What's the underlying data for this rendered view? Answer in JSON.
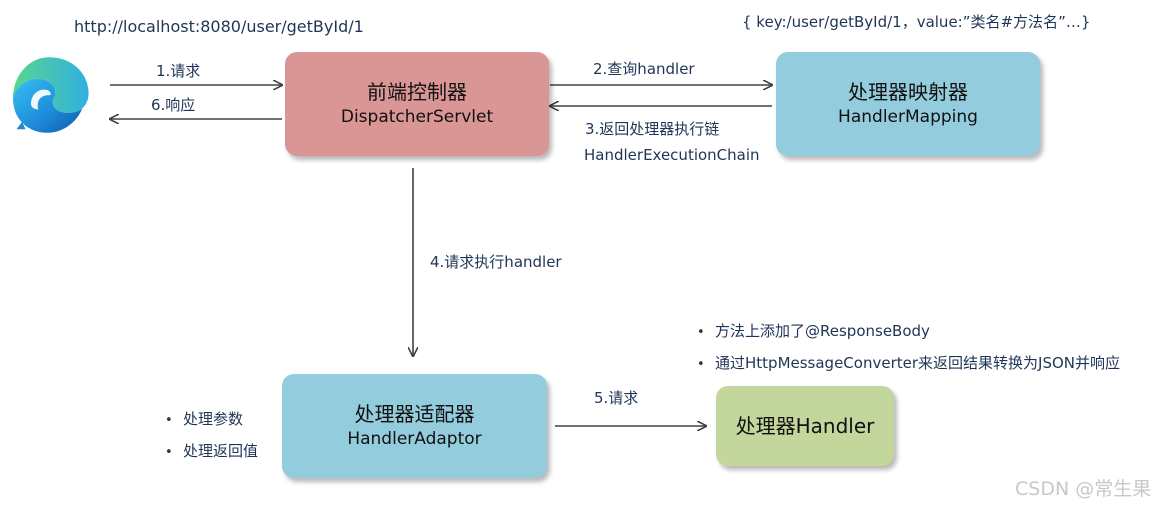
{
  "url": "http://localhost:8080/user/getById/1",
  "map_note": "{ key:/user/getById/1，value:”类名#方法名”…}",
  "nodes": {
    "dispatcher": {
      "title": "前端控制器",
      "subtitle": "DispatcherServlet"
    },
    "mapping": {
      "title": "处理器映射器",
      "subtitle": "HandlerMapping"
    },
    "adaptor": {
      "title": "处理器适配器",
      "subtitle": "HandlerAdaptor"
    },
    "handler": {
      "title": "处理器Handler"
    }
  },
  "edges": {
    "e1": "1.请求",
    "e2": "2.查询handler",
    "e3_line1": "3.返回处理器执行链",
    "e3_line2": "HandlerExecutionChain",
    "e4": "4.请求执行handler",
    "e5": "5.请求",
    "e6": "6.响应"
  },
  "handler_notes": [
    "方法上添加了@ResponseBody",
    "通过HttpMessageConverter来返回结果转换为JSON并响应"
  ],
  "adaptor_notes": [
    "处理参数",
    "处理返回值"
  ],
  "bullet_char": "•",
  "watermark": "CSDN @常生果",
  "colors": {
    "dispatcher": "#d99694",
    "mapping": "#93cddd",
    "adaptor": "#93cddd",
    "handler": "#c3d69b",
    "arrow": "#404040",
    "text": "#1f3556"
  },
  "icons": {
    "browser": "edge-browser-icon"
  }
}
